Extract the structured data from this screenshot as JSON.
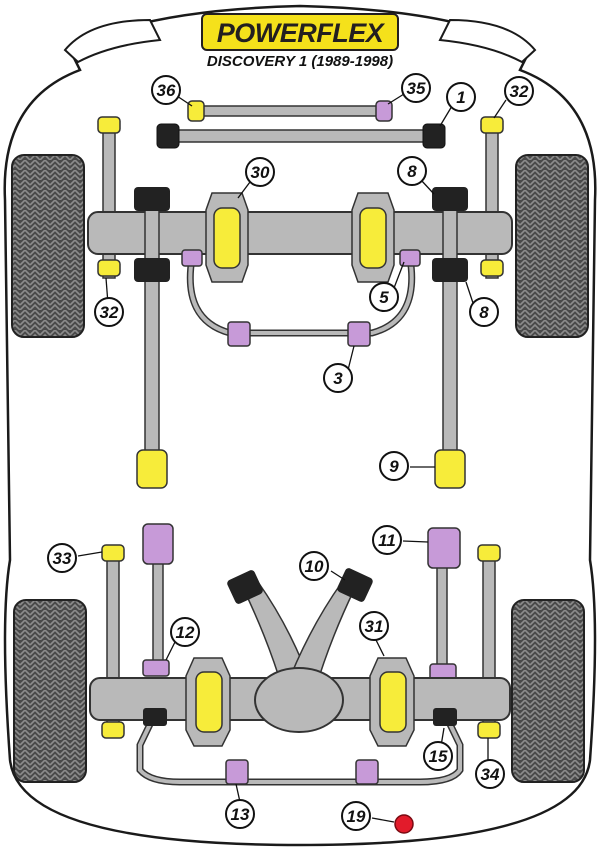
{
  "brand": {
    "logo_text": "POWERFLEX",
    "subtitle": "DISCOVERY 1 (1989-1998)"
  },
  "colors": {
    "chassis_outline": "#1a1a1a",
    "metal": "#b9b9b9",
    "bush_yellow": "#f7ec3a",
    "bush_purple": "#c79ad8",
    "bush_black": "#222222",
    "tyre": "#4a4a4a",
    "accent_red": "#e21b2b",
    "logo_yellow": "#f5e11b"
  },
  "callouts": [
    {
      "id": "36",
      "label": "36"
    },
    {
      "id": "35",
      "label": "35"
    },
    {
      "id": "1",
      "label": "1"
    },
    {
      "id": "32a",
      "label": "32"
    },
    {
      "id": "30",
      "label": "30"
    },
    {
      "id": "8a",
      "label": "8"
    },
    {
      "id": "32b",
      "label": "32"
    },
    {
      "id": "5",
      "label": "5"
    },
    {
      "id": "8b",
      "label": "8"
    },
    {
      "id": "3",
      "label": "3"
    },
    {
      "id": "9",
      "label": "9"
    },
    {
      "id": "33",
      "label": "33"
    },
    {
      "id": "11",
      "label": "11"
    },
    {
      "id": "10",
      "label": "10"
    },
    {
      "id": "12",
      "label": "12"
    },
    {
      "id": "31",
      "label": "31"
    },
    {
      "id": "15",
      "label": "15"
    },
    {
      "id": "34",
      "label": "34"
    },
    {
      "id": "13",
      "label": "13"
    },
    {
      "id": "19",
      "label": "19"
    }
  ]
}
